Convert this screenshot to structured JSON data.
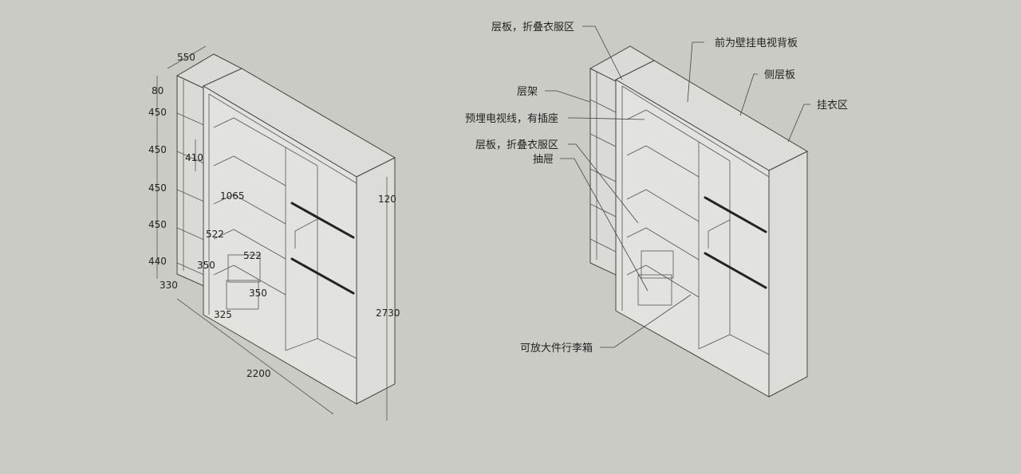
{
  "left_view": {
    "dimensions": {
      "depth_top": "550",
      "top_cap": "80",
      "shelf_1": "450",
      "shelf_2": "450",
      "shelf_3": "450",
      "shelf_4": "450",
      "shelf_5": "440",
      "base": "330",
      "inner_410": "410",
      "inner_1065": "1065",
      "drawer_w_a": "522",
      "drawer_w_b": "522",
      "drawer_h_a": "350",
      "drawer_h_b": "350",
      "drawer_base": "325",
      "width_total": "2200",
      "right_depth": "120",
      "height_total": "2730"
    }
  },
  "right_view": {
    "labels": {
      "shelf_fold_top": "层板，折叠衣服区",
      "tv_wall": "前为壁挂电视背板",
      "side_shelf": "侧层板",
      "hanging_area": "挂衣区",
      "rack": "层架",
      "tv_cable": "预埋电视线，有插座",
      "shelf_fold_mid": "层板，折叠衣服区",
      "drawer": "抽屉",
      "luggage": "可放大件行李箱"
    }
  }
}
